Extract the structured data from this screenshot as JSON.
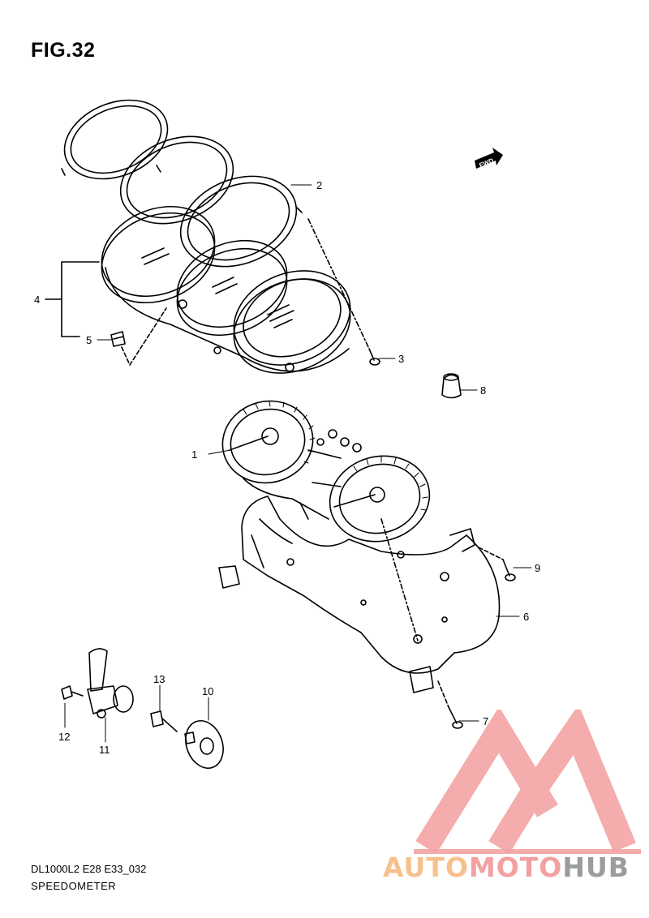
{
  "figure": {
    "title": "FIG.32",
    "fwd_label": "FWD",
    "code": "DL1000L2 E28 E33_032",
    "name": "SPEEDOMETER"
  },
  "callouts": [
    {
      "id": "c1",
      "label": "1"
    },
    {
      "id": "c2",
      "label": "2"
    },
    {
      "id": "c3",
      "label": "3"
    },
    {
      "id": "c4",
      "label": "4"
    },
    {
      "id": "c5",
      "label": "5"
    },
    {
      "id": "c6",
      "label": "6"
    },
    {
      "id": "c7",
      "label": "7"
    },
    {
      "id": "c8",
      "label": "8"
    },
    {
      "id": "c9",
      "label": "9"
    },
    {
      "id": "c10",
      "label": "10"
    },
    {
      "id": "c11",
      "label": "11"
    },
    {
      "id": "c12",
      "label": "12"
    },
    {
      "id": "c13",
      "label": "13"
    }
  ],
  "watermark": {
    "brand_part1": "AUTO",
    "brand_part2": "MOTO",
    "brand_part3": "HUB",
    "colors": {
      "auto": "#f7c18e",
      "moto": "#f2a0a0",
      "hub": "#9c9c9c",
      "logo": "#f4a4a4"
    }
  }
}
